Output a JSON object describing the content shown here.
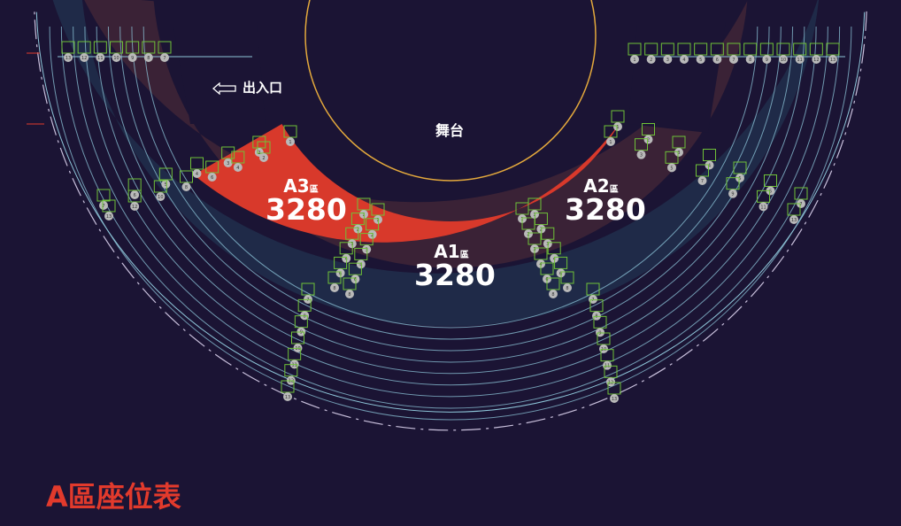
{
  "title": "A區座位表",
  "stage_label": "舞台",
  "exit_label": "出入口",
  "colors": {
    "background": "#1b1434",
    "zone_red": "#d8392b",
    "stand_maroon": "#3a2236",
    "stand_blue": "#1f2a48",
    "row_line": "#8ec6d9",
    "stage_ring": "#e4a93c",
    "seat_badge": "#b9b9b9",
    "seat_box": "#6fc238"
  },
  "zones": [
    {
      "name": "A1",
      "suffix": "區",
      "price": "3280"
    },
    {
      "name": "A2",
      "suffix": "區",
      "price": "3280"
    },
    {
      "name": "A3",
      "suffix": "區",
      "price": "3280"
    }
  ],
  "aisles": {
    "top_left": [
      "13",
      "12",
      "11",
      "10",
      "9",
      "8",
      "7"
    ],
    "top_right": [
      "1",
      "2",
      "3",
      "4",
      "5",
      "6",
      "7",
      "8",
      "9",
      "10",
      "11",
      "12",
      "13"
    ],
    "a3_upper": [
      "1",
      "2",
      "3",
      "4",
      "5",
      "6",
      "7",
      "8",
      "9",
      "10",
      "11",
      "12",
      "13"
    ],
    "a3_lower": [
      "2",
      "4",
      "6",
      "8",
      "10",
      "12",
      "13"
    ],
    "a2_upper": [
      "1",
      "2",
      "3",
      "4",
      "5",
      "6",
      "7",
      "8",
      "9",
      "10",
      "11",
      "12",
      "13"
    ],
    "a2_lower": [
      "1",
      "3",
      "5",
      "7",
      "9",
      "11",
      "13"
    ],
    "a1_left_outer": [
      "1",
      "2",
      "3",
      "4",
      "6",
      "8"
    ],
    "a1_left_inner": [
      "1",
      "2",
      "3",
      "4",
      "6",
      "8"
    ],
    "a1_right_outer": [
      "1",
      "2",
      "3",
      "4",
      "6",
      "8"
    ],
    "a1_right_inner": [
      "1",
      "2",
      "3",
      "4",
      "6",
      "8"
    ],
    "lower_left": [
      "7",
      "8",
      "9",
      "10",
      "11",
      "12",
      "13"
    ],
    "lower_right": [
      "7",
      "8",
      "9",
      "10",
      "11",
      "12",
      "13"
    ]
  }
}
